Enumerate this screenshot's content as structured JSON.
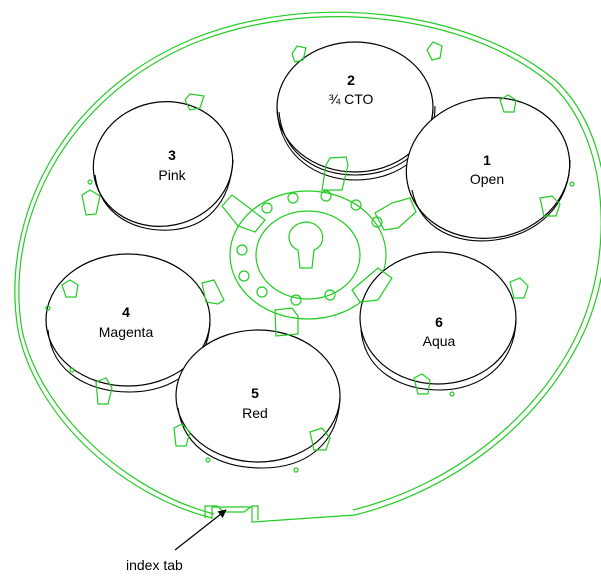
{
  "slots": [
    {
      "number": "1",
      "name": "Open"
    },
    {
      "number": "2",
      "name": "¾ CTO"
    },
    {
      "number": "3",
      "name": "Pink"
    },
    {
      "number": "4",
      "name": "Magenta"
    },
    {
      "number": "5",
      "name": "Red"
    },
    {
      "number": "6",
      "name": "Aqua"
    }
  ],
  "callout": {
    "label": "index tab"
  },
  "colors": {
    "wheel_outline": "#22cc22",
    "filter_outline": "#000000"
  },
  "icons": {
    "filter_clip": "clip-icon",
    "center_hub": "hub-icon",
    "arrow": "arrow-icon"
  }
}
